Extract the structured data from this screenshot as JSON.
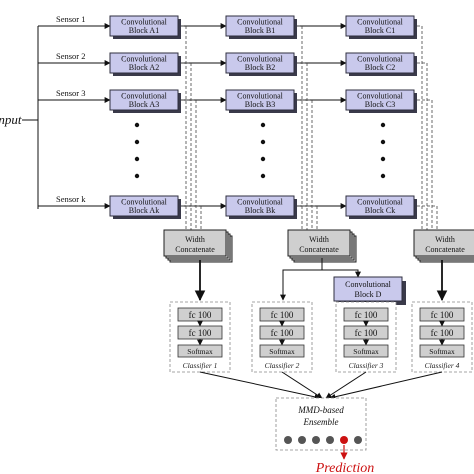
{
  "input_label": "Input",
  "sensors": [
    "Sensor 1",
    "Sensor 2",
    "Sensor 3",
    "Sensor k"
  ],
  "block_prefix": "Convolutional",
  "blocks": {
    "A": [
      "Block A1",
      "Block A2",
      "Block A3",
      "Block Ak"
    ],
    "B": [
      "Block B1",
      "Block B2",
      "Block B3",
      "Block Bk"
    ],
    "C": [
      "Block C1",
      "Block C2",
      "Block C3",
      "Block Ck"
    ]
  },
  "width_concat": {
    "line1": "Width",
    "line2": "Concatenate"
  },
  "block_d": {
    "line1": "Convolutional",
    "line2": "Block D"
  },
  "fc_label": "fc 100",
  "softmax_label": "Softmax",
  "classifiers": [
    "Classifier 1",
    "Classifier 2",
    "Classifier 3",
    "Classifier 4"
  ],
  "ensemble": {
    "line1": "MMD-based",
    "line2": "Ensemble"
  },
  "prediction_label": "Prediction",
  "colors": {
    "block_fill": "#c9c9ec",
    "concat_fill": "#cfcfcf",
    "prediction": "#cc1111"
  }
}
